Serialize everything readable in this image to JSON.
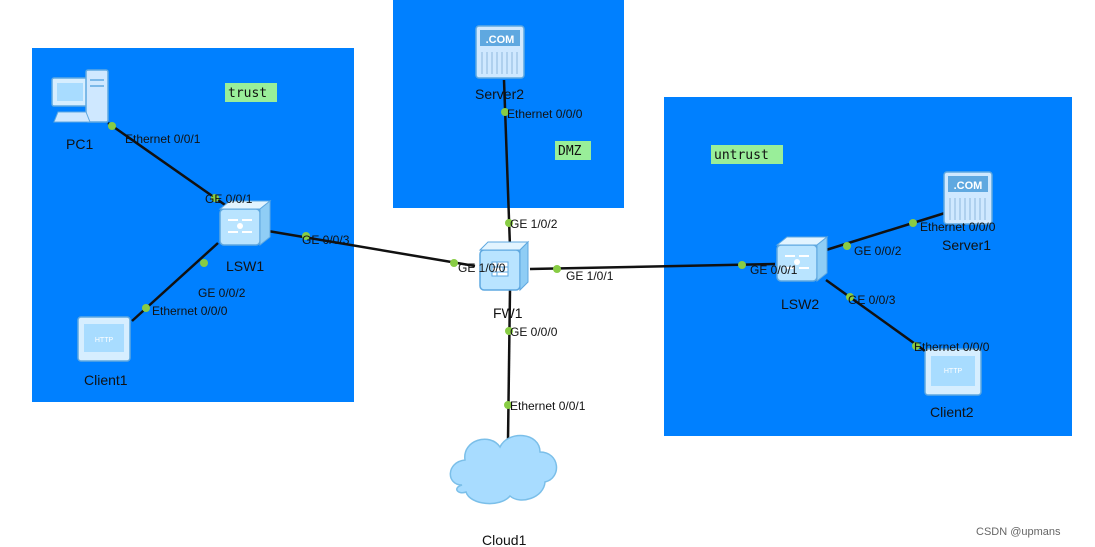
{
  "zones": {
    "trust": "trust",
    "dmz": "DMZ",
    "untrust": "untrust"
  },
  "devices": {
    "pc1": "PC1",
    "lsw1": "LSW1",
    "client1": "Client1",
    "server2": "Server2",
    "fw1": "FW1",
    "cloud1": "Cloud1",
    "lsw2": "LSW2",
    "server1": "Server1",
    "client2": "Client2"
  },
  "ports": {
    "pc1_eth": "Ethernet 0/0/1",
    "lsw1_ge001": "GE 0/0/1",
    "lsw1_ge003": "GE 0/0/3",
    "lsw1_ge002": "GE 0/0/2",
    "client1_eth": "Ethernet 0/0/0",
    "server2_eth": "Ethernet 0/0/0",
    "fw1_ge102": "GE 1/0/2",
    "fw1_ge100": "GE 1/0/0",
    "fw1_ge101": "GE 1/0/1",
    "fw1_ge000": "GE 0/0/0",
    "cloud1_eth": "Ethernet 0/0/1",
    "lsw2_ge001": "GE 0/0/1",
    "lsw2_ge002": "GE 0/0/2",
    "lsw2_ge003": "GE 0/0/3",
    "server1_eth": "Ethernet 0/0/0",
    "client2_eth": "Ethernet 0/0/0"
  },
  "server_badge": ".COM",
  "client_badge": "HTTP",
  "watermark": "CSDN @upmans",
  "colors": {
    "zone": "#0080ff",
    "zone_tag": "#99ee99",
    "link": "#111111",
    "port_dot": "#88cc44",
    "device": "#a8dcff",
    "device_dark": "#5fa8e0"
  }
}
